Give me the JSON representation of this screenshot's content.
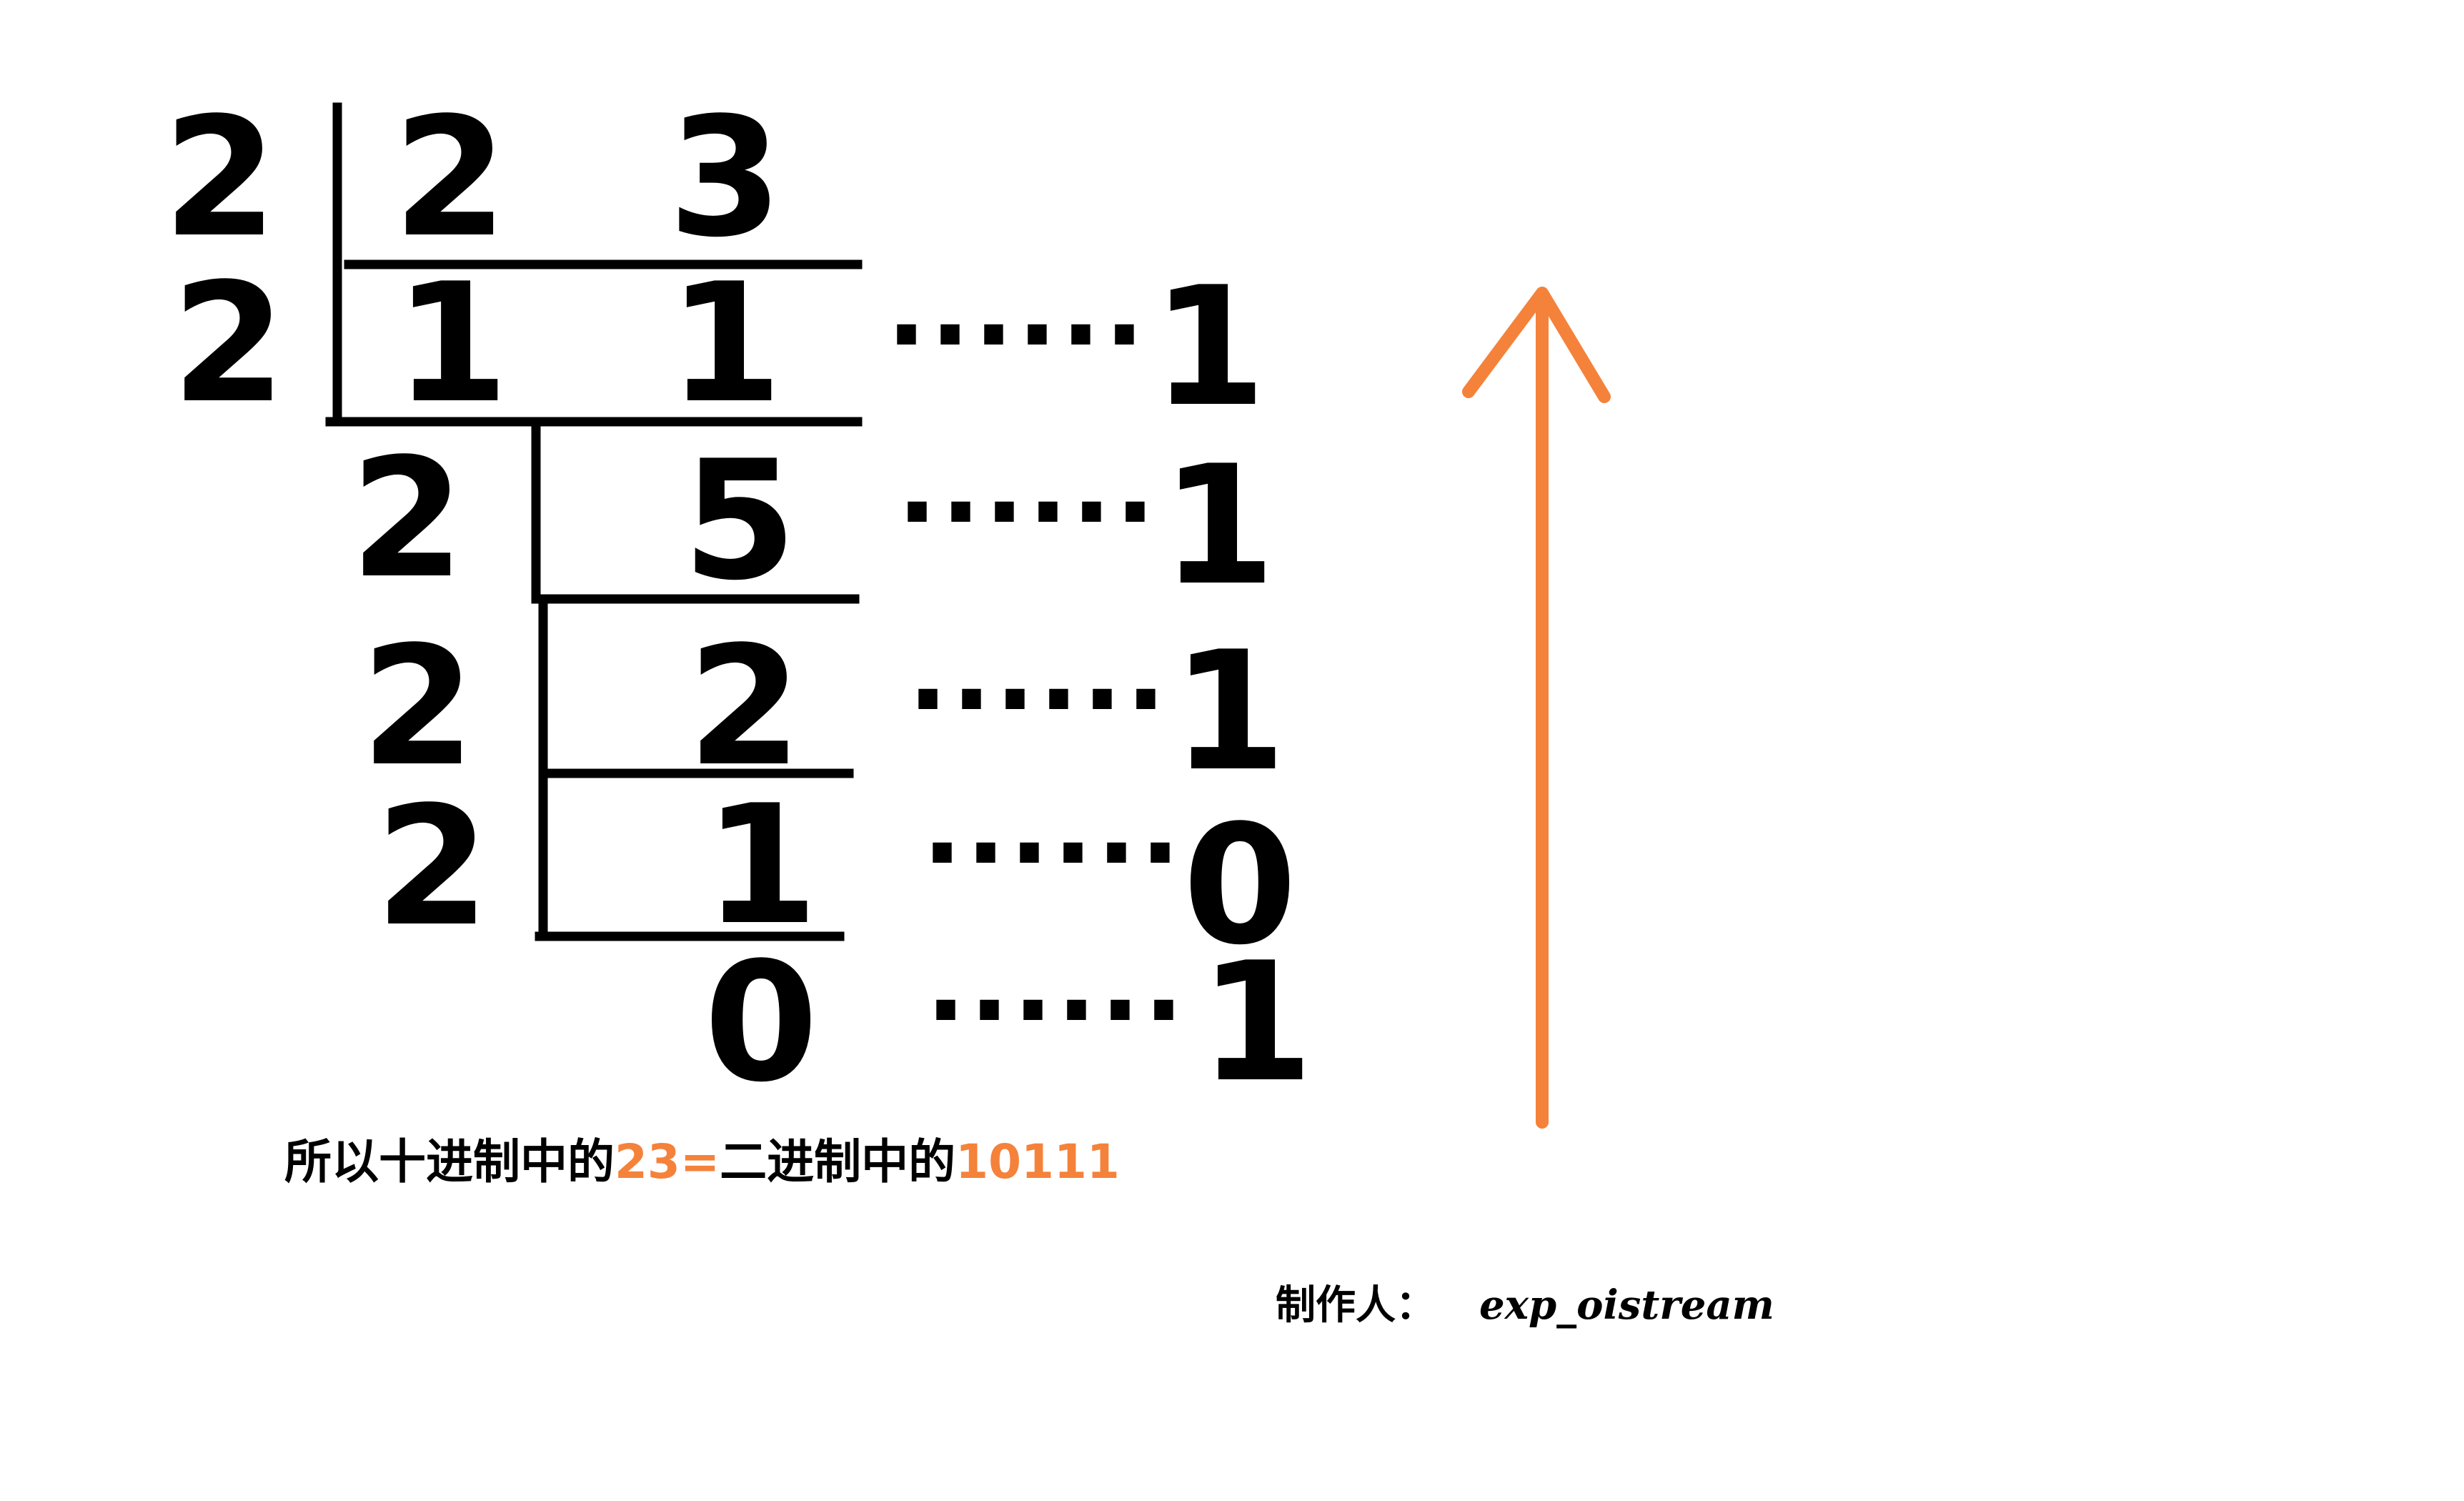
{
  "division": {
    "divisor": "2",
    "rows": [
      {
        "divisor": "2",
        "quotient_digits": [
          "2",
          "3"
        ],
        "remainder": ""
      },
      {
        "divisor": "2",
        "quotient_digits": [
          "1",
          "1"
        ],
        "remainder": "1"
      },
      {
        "divisor": "2",
        "quotient_digits": [
          "5"
        ],
        "remainder": "1"
      },
      {
        "divisor": "2",
        "quotient_digits": [
          "2"
        ],
        "remainder": "1"
      },
      {
        "divisor": "",
        "quotient_digits": [
          "1"
        ],
        "remainder": "0"
      },
      {
        "divisor": "",
        "quotient_digits": [
          "0"
        ],
        "remainder": "1"
      }
    ],
    "leader": "······"
  },
  "conclusion": {
    "prefix": "所以十进制中的",
    "decimal_value": "23",
    "equals": "=",
    "middle": "二进制中的",
    "binary_value": "10111"
  },
  "credit": {
    "label": "制作人：",
    "author": "exp_oistream"
  },
  "colors": {
    "ink": "#000000",
    "accent": "#f5823a",
    "background": "#ffffff"
  },
  "icons": {
    "read_direction": "arrow-up-icon"
  }
}
